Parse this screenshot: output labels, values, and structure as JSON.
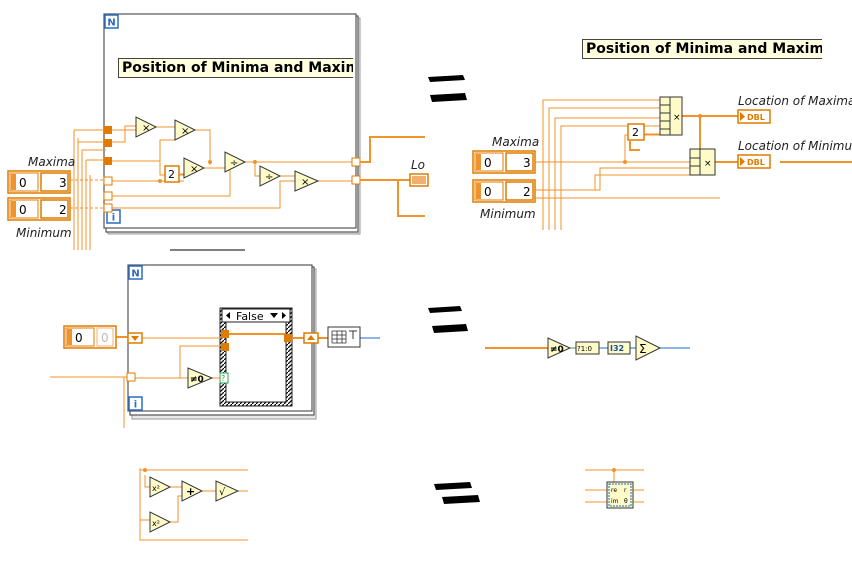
{
  "top_left": {
    "title": "Position of Minima and Maxima",
    "loop_count_terminal": "N",
    "loop_iteration_terminal": "i",
    "maxima_label": "Maxima",
    "minimum_label": "Minimum",
    "maxima_array_index": "0",
    "maxima_value": "3",
    "minimum_array_index": "0",
    "minimum_value": "2",
    "constant_two": "2",
    "output_label_partial": "Lo"
  },
  "top_right": {
    "title": "Position of Minima and Maxima",
    "maxima_label": "Maxima",
    "minimum_label": "Minimum",
    "maxima_array_index": "0",
    "maxima_value": "3",
    "minimum_array_index": "0",
    "minimum_value": "2",
    "constant_two": "2",
    "location_maxima_label": "Location of  Maxima",
    "location_minimum_label": "Location of  Minimum",
    "indicator_type": "DBL"
  },
  "mid_left": {
    "loop_count_terminal": "N",
    "loop_iteration_terminal": "i",
    "array_index": "0",
    "array_value": "0",
    "case_selector": "False",
    "not_equal_zero_symbol": "≠0",
    "question_terminal": "?"
  },
  "mid_right": {
    "not_equal_zero_symbol": "≠0",
    "bool_to_int_symbol": "?1:0",
    "convert_type": "I32",
    "sum_symbol": "Σ"
  },
  "bottom_left": {
    "square_symbol": "x²",
    "add_symbol": "+",
    "sqrt_symbol": "√"
  },
  "bottom_right": {
    "complex_re": "re",
    "complex_im": "im",
    "complex_r": "r",
    "complex_theta": "θ"
  },
  "colors": {
    "wire_orange": "#f0932b",
    "terminal_orange": "#e07b00",
    "wire_blue": "#1a6bd1",
    "node_fill": "#fffbc8",
    "loop_frame": "#666666",
    "case_frame_dark": "#222222",
    "background": "#ffffff"
  }
}
